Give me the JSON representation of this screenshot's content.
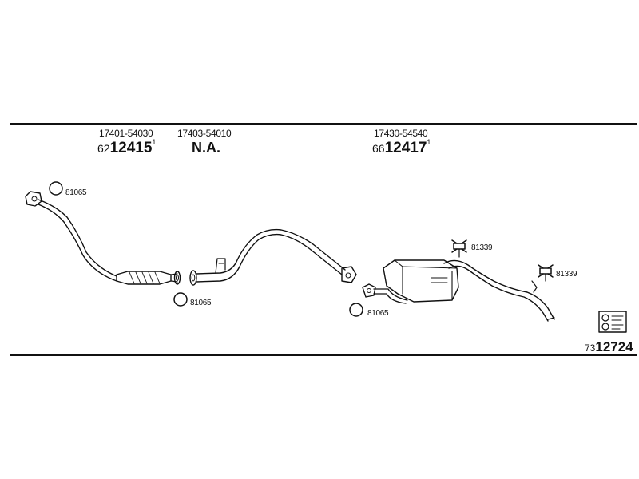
{
  "header": {
    "parts": [
      {
        "oem": "17401-54030",
        "prefix": "62",
        "code": "12415",
        "suffix": "1"
      },
      {
        "oem": "17403-54010",
        "status": "N.A."
      },
      {
        "oem": "17430-54540",
        "prefix": "66",
        "code": "12417",
        "suffix": "1"
      }
    ]
  },
  "hardware": {
    "gasket": "81065",
    "hanger": "81339"
  },
  "footer": {
    "prefix": "73",
    "code": "12724"
  },
  "colors": {
    "line": "#111111",
    "background": "#ffffff"
  }
}
